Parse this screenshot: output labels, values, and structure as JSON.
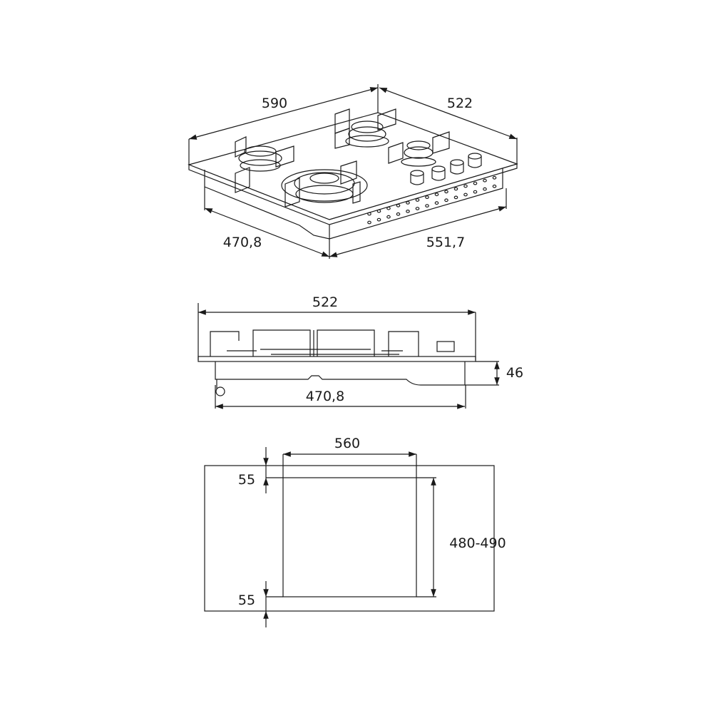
{
  "iso_view": {
    "width_label": "590",
    "depth_label": "522",
    "body_depth_label": "470,8",
    "body_width_label": "551,7"
  },
  "side_view": {
    "depth_label": "522",
    "height_label": "46",
    "body_depth_label": "470,8"
  },
  "cutout": {
    "width_label": "560",
    "front_margin_label": "55",
    "back_margin_label": "55",
    "depth_label": "480-490"
  },
  "colors": {
    "line": "#1a1a1a",
    "background": "#ffffff"
  }
}
